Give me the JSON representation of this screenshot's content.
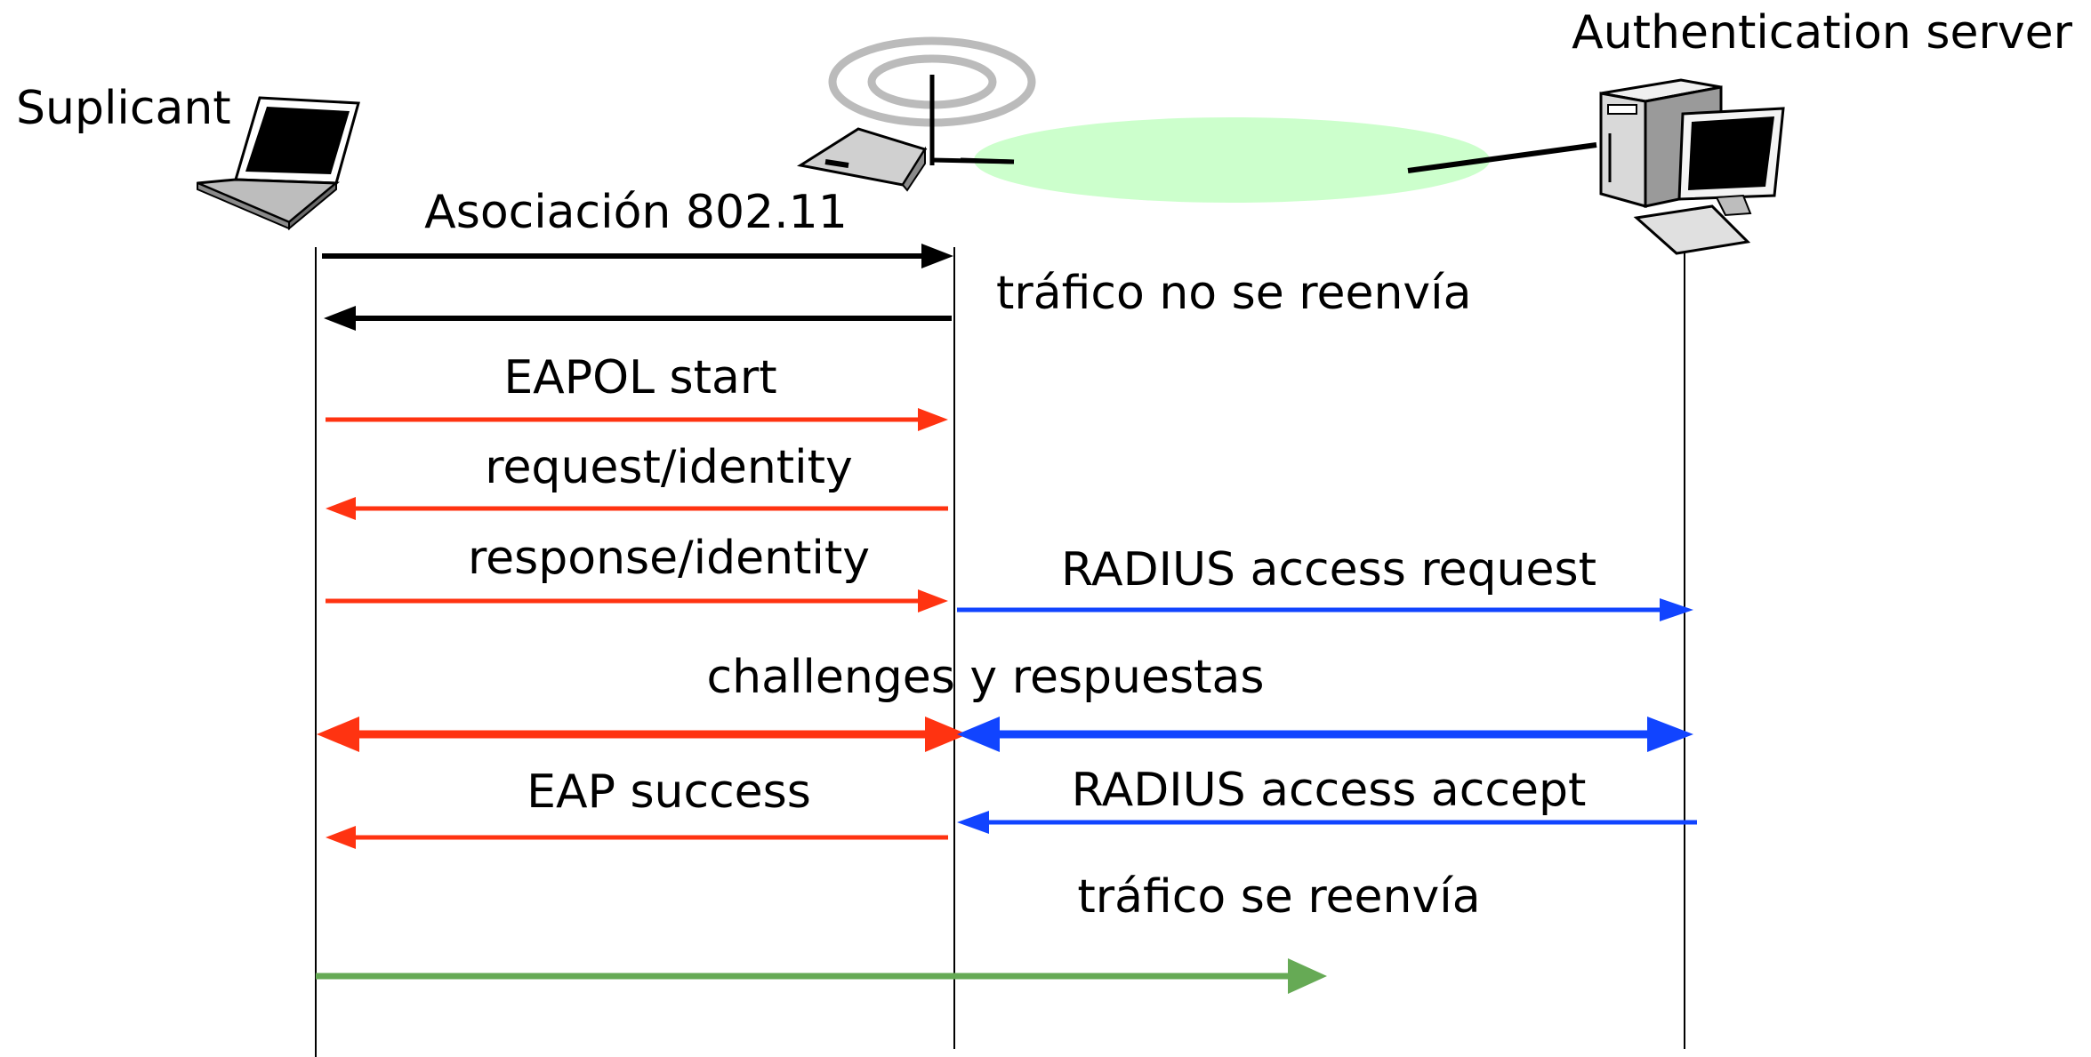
{
  "actors": {
    "supplicant": "Suplicant",
    "server": "Authentication server"
  },
  "messages": [
    {
      "label": "Asociación 802.11",
      "from": "supplicant",
      "to": "ap",
      "color": "black"
    },
    {
      "label": "tráfico no se reenvía",
      "from": "ap",
      "to": "supplicant",
      "color": "black"
    },
    {
      "label": "EAPOL start",
      "from": "supplicant",
      "to": "ap",
      "color": "red"
    },
    {
      "label": "request/identity",
      "from": "ap",
      "to": "supplicant",
      "color": "red"
    },
    {
      "label": "response/identity",
      "from": "supplicant",
      "to": "ap",
      "color": "red"
    },
    {
      "label": "RADIUS access request",
      "from": "ap",
      "to": "server",
      "color": "blue"
    },
    {
      "label": "challenges y respuestas",
      "from": "supplicant",
      "to": "server",
      "color": "red-blue",
      "bidirectional": true
    },
    {
      "label": "EAP success",
      "from": "ap",
      "to": "supplicant",
      "color": "red"
    },
    {
      "label": "RADIUS access accept",
      "from": "server",
      "to": "ap",
      "color": "blue"
    },
    {
      "label": "tráfico se reenvía",
      "from": "supplicant",
      "to": "network",
      "color": "green"
    }
  ],
  "colors": {
    "black": "#000000",
    "red": "#ff3311",
    "blue": "#1144ff",
    "green": "#66aa55",
    "network": "#ccffcc",
    "antenna_rings": "#bbbbbb"
  }
}
